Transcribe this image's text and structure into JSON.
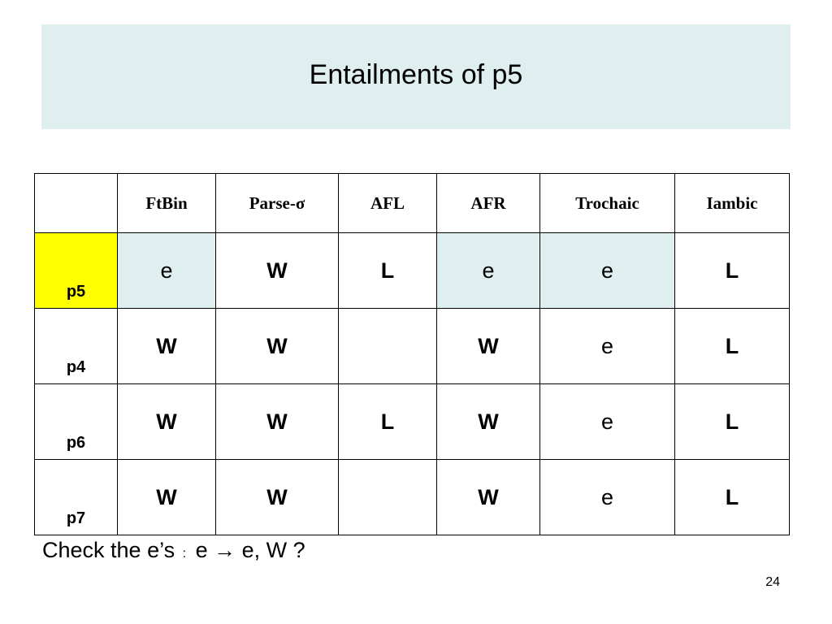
{
  "title": "Entailments of p5",
  "table": {
    "headers": [
      "",
      "FtBin",
      "Parse-σ",
      "AFL",
      "AFR",
      "Trochaic",
      "Iambic"
    ],
    "rows": [
      {
        "label": "p5",
        "cells": [
          "e",
          "W",
          "L",
          "e",
          "e",
          "L"
        ]
      },
      {
        "label": "p4",
        "cells": [
          "W",
          "W",
          "",
          "W",
          "e",
          "L"
        ]
      },
      {
        "label": "p6",
        "cells": [
          "W",
          "W",
          "L",
          "W",
          "e",
          "L"
        ]
      },
      {
        "label": "p7",
        "cells": [
          "W",
          "W",
          "",
          "W",
          "e",
          "L"
        ]
      }
    ]
  },
  "caption": {
    "text": "Check the e’s",
    "colon": ":",
    "expression": "e → e, W ?"
  },
  "page_number": "24",
  "colors": {
    "title_background": "#dfeeee",
    "highlight_row_label": "#ffff00",
    "highlight_cell": "#dfeeee"
  }
}
